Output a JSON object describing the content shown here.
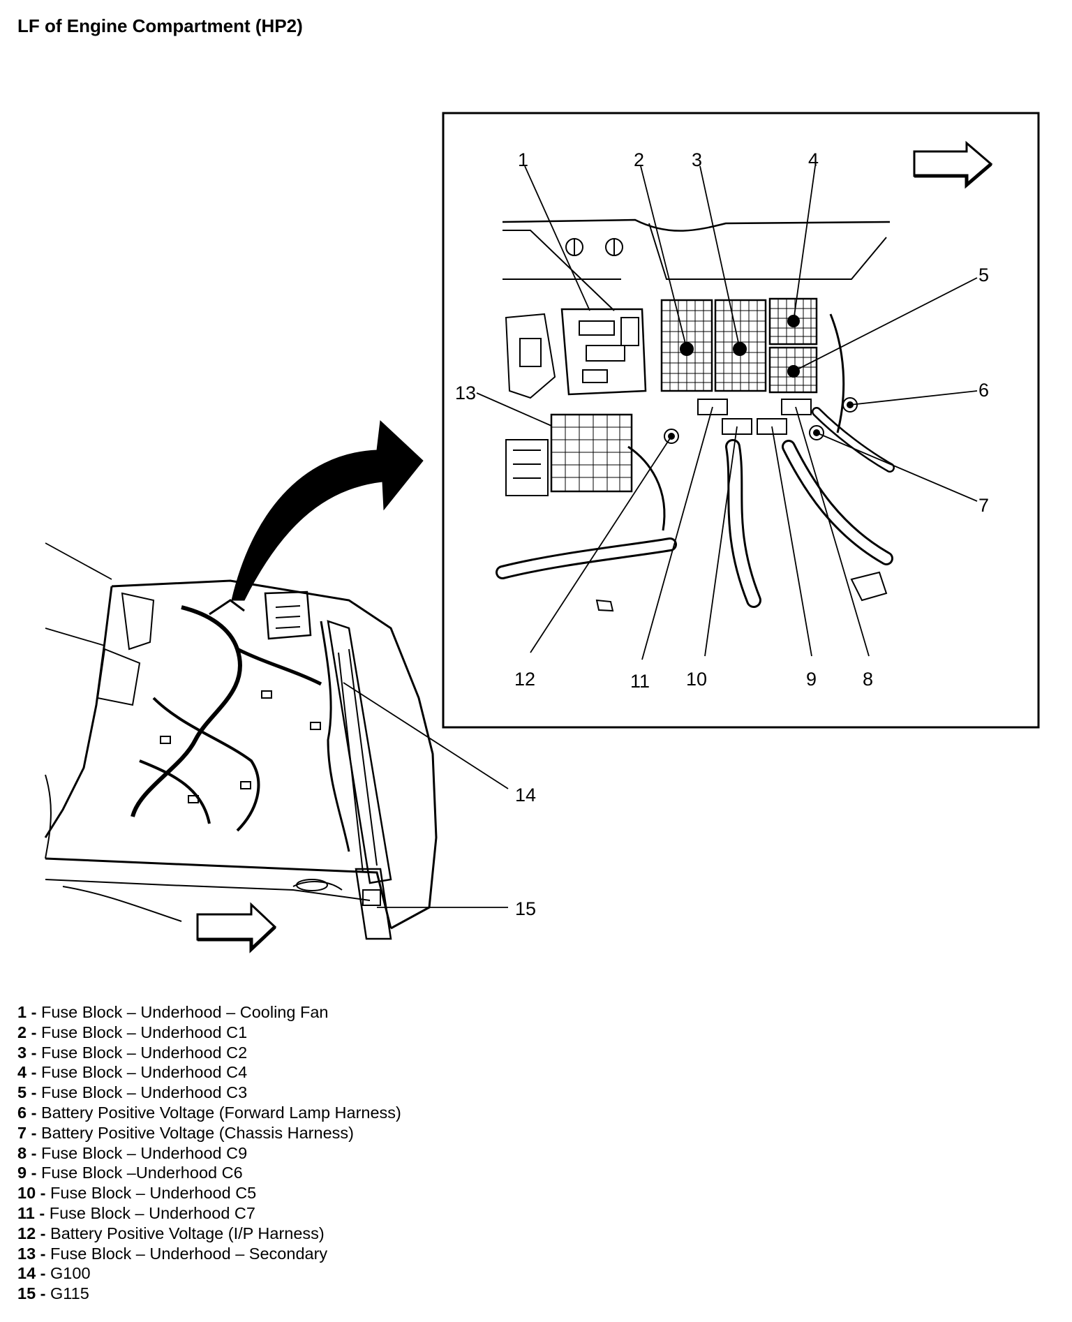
{
  "title": "LF of Engine Compartment (HP2)",
  "callouts": [
    {
      "n": "1",
      "label": "Fuse Block – Underhood – Cooling Fan"
    },
    {
      "n": "2",
      "label": "Fuse Block – Underhood C1"
    },
    {
      "n": "3",
      "label": "Fuse Block – Underhood C2"
    },
    {
      "n": "4",
      "label": "Fuse Block – Underhood C4"
    },
    {
      "n": "5",
      "label": "Fuse Block – Underhood C3"
    },
    {
      "n": "6",
      "label": "Battery Positive Voltage (Forward Lamp Harness)"
    },
    {
      "n": "7",
      "label": "Battery Positive Voltage (Chassis Harness)"
    },
    {
      "n": "8",
      "label": "Fuse Block – Underhood C9"
    },
    {
      "n": "9",
      "label": "Fuse Block –Underhood C6"
    },
    {
      "n": "10",
      "label": "Fuse Block – Underhood C5"
    },
    {
      "n": "11",
      "label": "Fuse Block – Underhood C7"
    },
    {
      "n": "12",
      "label": "Battery Positive Voltage (I/P Harness)"
    },
    {
      "n": "13",
      "label": "Fuse Block – Underhood – Secondary"
    },
    {
      "n": "14",
      "label": "G100"
    },
    {
      "n": "15",
      "label": "G115"
    }
  ],
  "legend_separator": " - "
}
